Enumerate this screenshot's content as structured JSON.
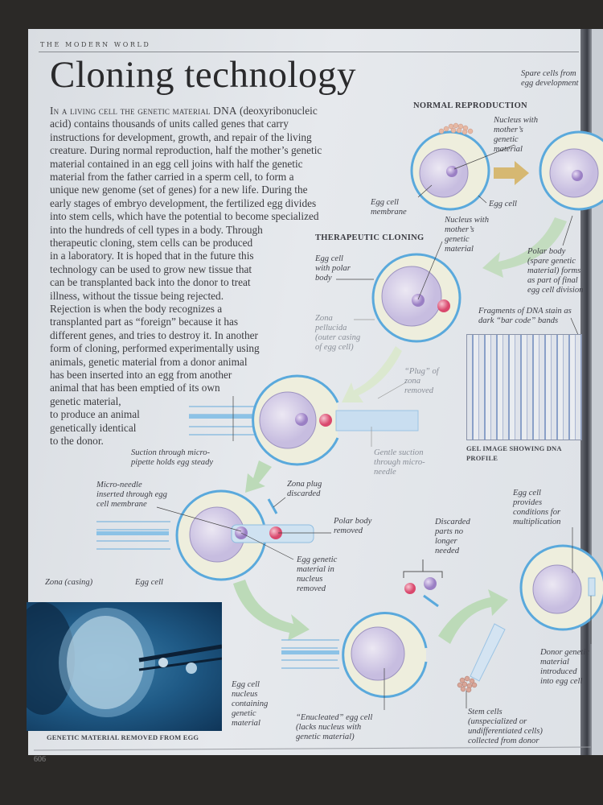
{
  "running_head": "THE MODERN WORLD",
  "title": "Cloning technology",
  "body": {
    "lead": "In a living cell the genetic material DNA",
    "lines": [
      " (deoxyribonucleic",
      "acid) contains thousands of units called genes that carry",
      "instructions for development, growth, and repair of the living",
      "creature. During normal reproduction, half the mother’s genetic",
      "material contained in an egg cell joins with half the genetic",
      "material from the father carried in a sperm cell, to form a",
      "unique new genome (set of genes) for a new life. During the",
      "early stages of embryo development, the fertilized egg divides",
      "into stem cells, which have the potential to become specialized",
      "into the hundreds of cell types in a body. Through",
      "therapeutic cloning, stem cells can be produced",
      "in a laboratory. It is hoped that in the future this",
      "technology can be used to grow new tissue that",
      "can be transplanted back into the donor to treat",
      "illness, without the tissue being rejected.",
      "Rejection is when the body recognizes a",
      "transplanted part as “foreign” because it has",
      "different genes, and tries to destroy it. In another",
      "form of cloning, performed experimentally using",
      "animals, genetic material from a donor animal",
      "has been inserted into an egg from another",
      "animal that has been emptied of its own",
      "genetic material,",
      "to produce an animal",
      "genetically identical",
      "to the donor."
    ]
  },
  "sections": {
    "normal": "NORMAL REPRODUCTION",
    "therapeutic": "THERAPEUTIC CLONING"
  },
  "labels": {
    "spare_cells": "Spare cells from\negg development",
    "nucleus_1": "Nucleus with\nmother’s\ngenetic\nmaterial",
    "egg_membrane": "Egg cell\nmembrane",
    "egg_cell_1": "Egg cell",
    "nucleus_2": "Nucleus with\nmother’s\ngenetic\nmaterial",
    "polar_body": "Polar body\n(spare genetic\nmaterial) forms\nas part of final\negg cell division",
    "egg_polar": "Egg cell\nwith polar\nbody",
    "zona": "Zona\npellucida\n(outer casing\nof egg cell)",
    "fragments": "Fragments of DNA stain as\ndark “bar code” bands",
    "plug": "“Plug” of\nzona\nremoved",
    "suction_pipette": "Suction through micro-\npipette holds egg steady",
    "gentle_suction": "Gentle suction\nthrough micro-\nneedle",
    "micro_needle": "Micro-needle\ninserted through egg\ncell membrane",
    "zona_plug": "Zona plug\ndiscarded",
    "polar_removed": "Polar body\nremoved",
    "egg_genetic_removed": "Egg genetic\nmaterial in\nnucleus\nremoved",
    "discarded": "Discarded\nparts no\nlonger\nneeded",
    "egg_provides": "Egg cell\nprovides\nconditions for\nmultiplication",
    "zona_casing": "Zona (casing)",
    "egg_cell_photo": "Egg cell",
    "egg_nucleus_photo": "Egg cell\nnucleus\ncontaining\ngenetic\nmaterial",
    "enucleated": "“Enucleated” egg cell\n(lacks nucleus with\ngenetic material)",
    "stem_cells": "Stem cells\n(unspecialized or\nundifferentiated cells)\ncollected from donor",
    "donor_genetic": "Donor genetic\nmaterial\nintroduced\ninto egg cell"
  },
  "captions": {
    "gel": "GEL IMAGE SHOWING DNA\nPROFILE",
    "photo": "GENETIC MATERIAL REMOVED FROM EGG"
  },
  "page_number": "606",
  "colors": {
    "zona": "#5aa9dc",
    "cytoplasm": "#eeeedd",
    "cell": "#d9d2ea",
    "nucleus": "#a58bc9",
    "polar": "#e0607e",
    "arrow_green": "#b9d6b4",
    "arrow_yellow": "#d6b872"
  }
}
